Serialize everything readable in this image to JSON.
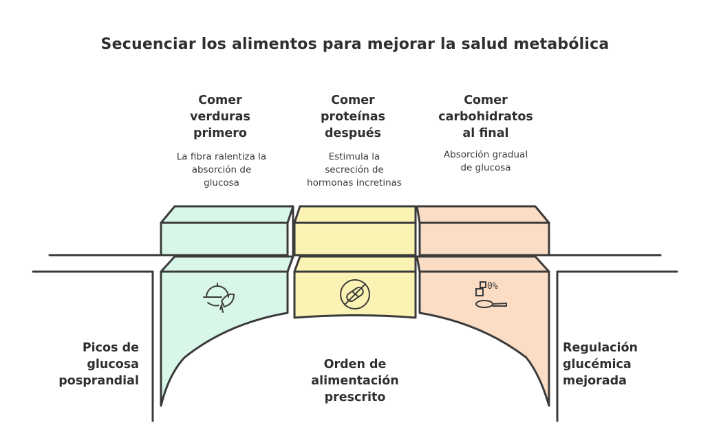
{
  "title": "Secuenciar los alimentos para mejorar la salud metabólica",
  "steps": [
    {
      "title_lines": [
        "Comer",
        "verduras",
        "primero"
      ],
      "desc_lines": [
        "La fibra ralentiza la",
        "absorción de",
        "glucosa"
      ],
      "color": "#d8f7e8",
      "icon": "vegetable-leaf-icon"
    },
    {
      "title_lines": [
        "Comer",
        "proteínas",
        "después"
      ],
      "desc_lines": [
        "Estimula la",
        "secreción de",
        "hormonas incretinas"
      ],
      "color": "#fbf3b4",
      "icon": "no-pill-icon"
    },
    {
      "title_lines": [
        "Comer",
        "carbohidratos",
        "al final"
      ],
      "desc_lines": [
        "Absorción gradual",
        "de glucosa",
        ""
      ],
      "color": "#fbdcc4",
      "icon": "sugar-spoon-icon"
    }
  ],
  "left_label_lines": [
    "Picos de",
    "glucosa",
    "posprandial"
  ],
  "center_label_lines": [
    "Orden de",
    "alimentación",
    "prescrito"
  ],
  "right_label_lines": [
    "Regulación",
    "glucémica",
    "mejorada"
  ],
  "icon_text_percent": "0%",
  "colors": {
    "stroke": "#3a3a3a",
    "text": "#2f2f2f"
  }
}
